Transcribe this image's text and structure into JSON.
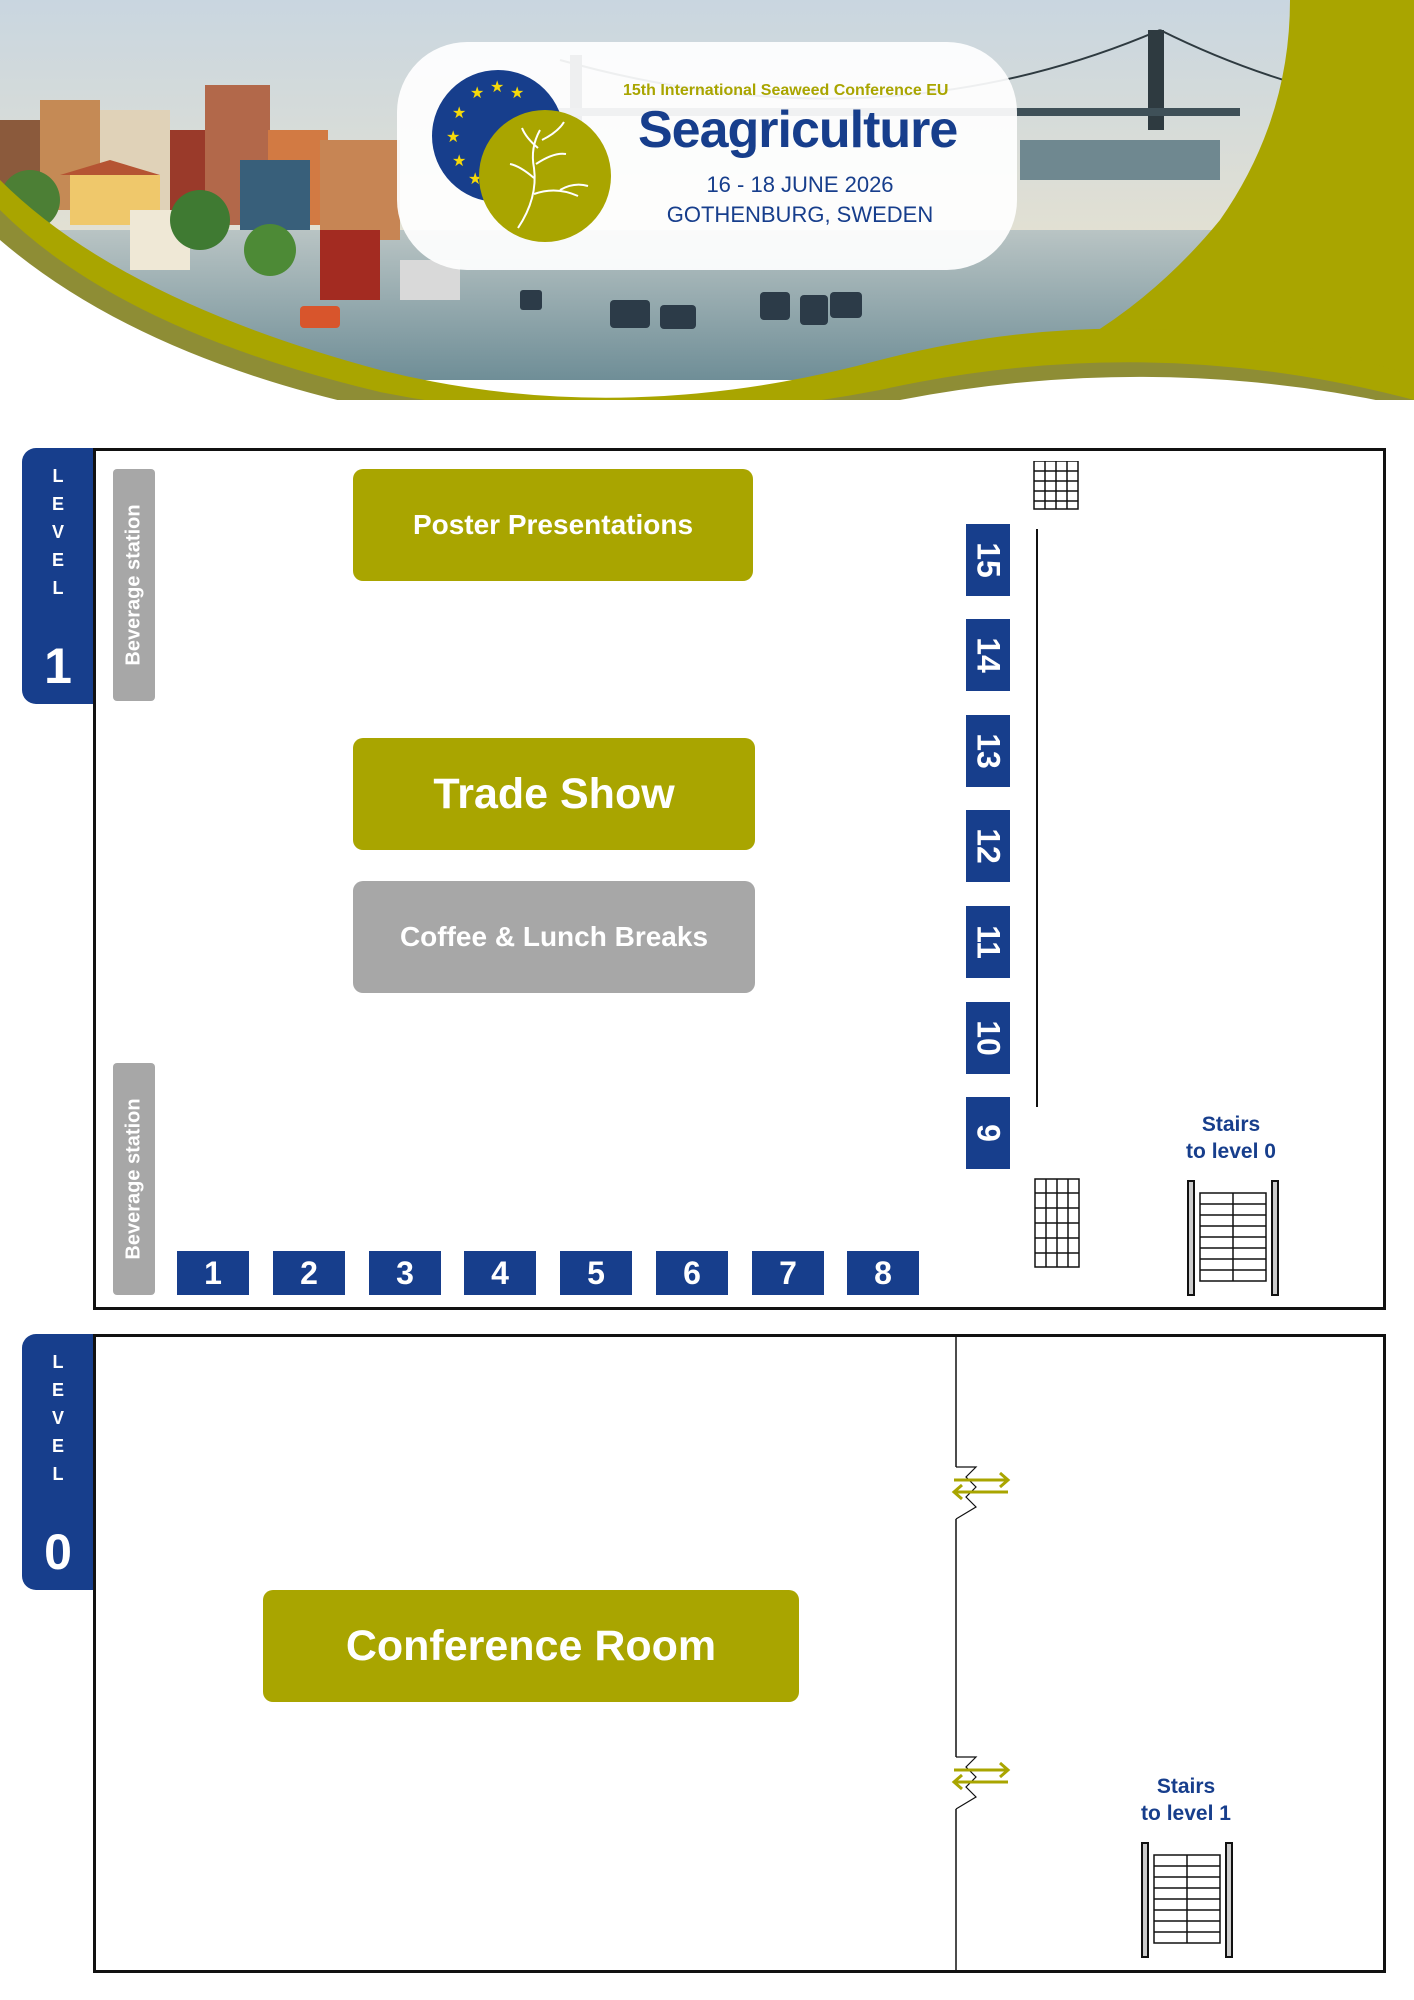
{
  "header": {
    "conference_line": "15th International Seaweed Conference EU",
    "brand": "Seagriculture",
    "dates": "16 - 18 JUNE 2026",
    "location": "GOTHENBURG, SWEDEN"
  },
  "level1": {
    "tab_word": [
      "L",
      "E",
      "V",
      "E",
      "L"
    ],
    "tab_number": "1",
    "poster": "Poster Presentations",
    "trade_show": "Trade Show",
    "breaks": "Coffee & Lunch Breaks",
    "beverage_top": "Beverage station",
    "beverage_bottom": "Beverage station",
    "booths_bottom": [
      "1",
      "2",
      "3",
      "4",
      "5",
      "6",
      "7",
      "8"
    ],
    "booths_side": [
      "15",
      "14",
      "13",
      "12",
      "11",
      "10",
      "9"
    ],
    "stairs_line1": "Stairs",
    "stairs_line2": "to level 0"
  },
  "level0": {
    "tab_word": [
      "L",
      "E",
      "V",
      "E",
      "L"
    ],
    "tab_number": "0",
    "conference_room": "Conference Room",
    "stairs_line1": "Stairs",
    "stairs_line2": "to level 1"
  },
  "colors": {
    "brand_blue": "#173e8c",
    "olive": "#a9a500",
    "grey": "#a7a7a7"
  }
}
